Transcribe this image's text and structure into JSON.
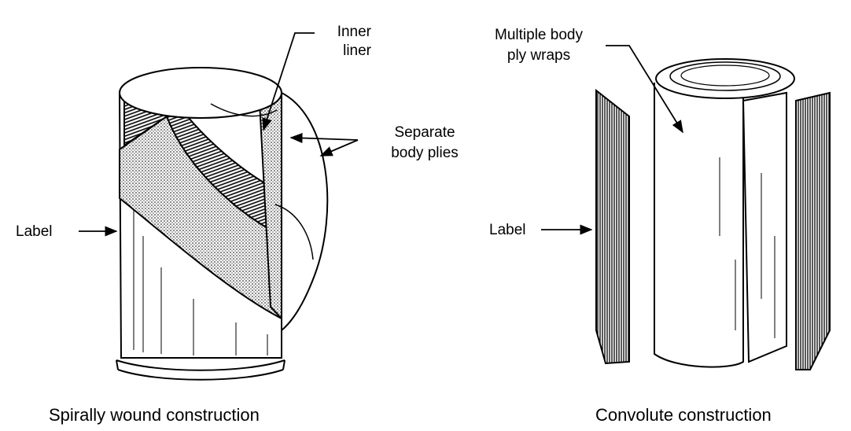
{
  "figures": [
    {
      "callouts": {
        "inner_liner_line1": "Inner",
        "inner_liner_line2": "liner",
        "separate_plies_line1": "Separate",
        "separate_plies_line2": "body plies",
        "label": "Label"
      },
      "caption": "Spirally wound construction"
    },
    {
      "callouts": {
        "multiple_wraps_line1": "Multiple body",
        "multiple_wraps_line2": "ply wraps",
        "label": "Label"
      },
      "caption": "Convolute construction"
    }
  ],
  "colors": {
    "ink": "#000000",
    "paper": "#ffffff"
  }
}
